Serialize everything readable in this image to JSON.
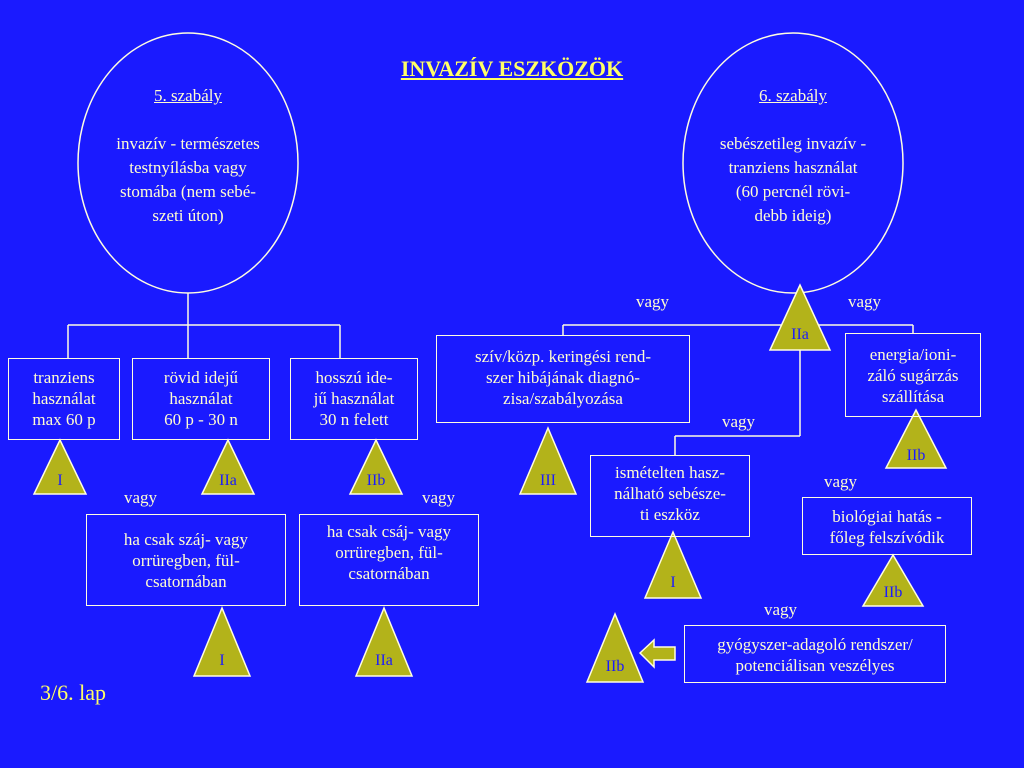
{
  "title": "INVAZÍV  ESZKÖZÖK",
  "page_label": "3/6. lap",
  "rule5": {
    "heading": "5. szabály",
    "text": "invazív - természetes testnyílásba vagy stomába  (nem sebé-szeti úton)",
    "lines": [
      "invazív - természetes",
      "testnyílásba vagy",
      "stomába  (nem sebé-",
      "szeti úton)"
    ]
  },
  "rule6": {
    "heading": "6. szabály",
    "lines": [
      "sebészetileg invazív -",
      "tranziens használat",
      "(60 percnél rövi-",
      "debb ideig)"
    ]
  },
  "left_boxes": [
    {
      "lines": [
        "tranziens",
        "használat",
        "max 60 p"
      ],
      "class": "I"
    },
    {
      "lines": [
        "rövid idejű",
        "használat",
        "60 p - 30 n"
      ],
      "class": "IIa"
    },
    {
      "lines": [
        "hosszú ide-",
        "jű használat",
        "30 n felett"
      ],
      "class": "IIb"
    }
  ],
  "sub_boxes": [
    {
      "lines": [
        "ha csak száj- vagy",
        "orrüregben, fül-",
        "csatornában"
      ],
      "class": "I"
    },
    {
      "lines": [
        "ha csak csáj- vagy",
        "orrüregben, fül-",
        "csatornában"
      ],
      "class": "IIa"
    }
  ],
  "right_boxes": {
    "heart": {
      "lines": [
        "szív/közp. keringési rend-",
        "szer hibájának diagnó-",
        "zisa/szabályozása"
      ],
      "class": "III"
    },
    "energy": {
      "lines": [
        "energia/ioni-",
        "záló sugárzás",
        "szállítása"
      ],
      "class": "IIb"
    },
    "reusable": {
      "lines": [
        "ismételten hasz-",
        "nálható sebésze-",
        "ti eszköz"
      ],
      "class": "I"
    },
    "bio": {
      "lines": [
        "biológiai hatás -",
        "főleg felszívódik"
      ],
      "class": "IIb"
    },
    "drug": {
      "lines": [
        "gyógyszer-adagoló rendszer/",
        "potenciálisan veszélyes"
      ],
      "class": "IIb"
    }
  },
  "rule6_class": "IIa",
  "or_word": "vagy",
  "colors": {
    "background": "#1a1aff",
    "triangle_fill": "#b3b31a",
    "text": "#fffdd0",
    "title": "#ffff66"
  }
}
